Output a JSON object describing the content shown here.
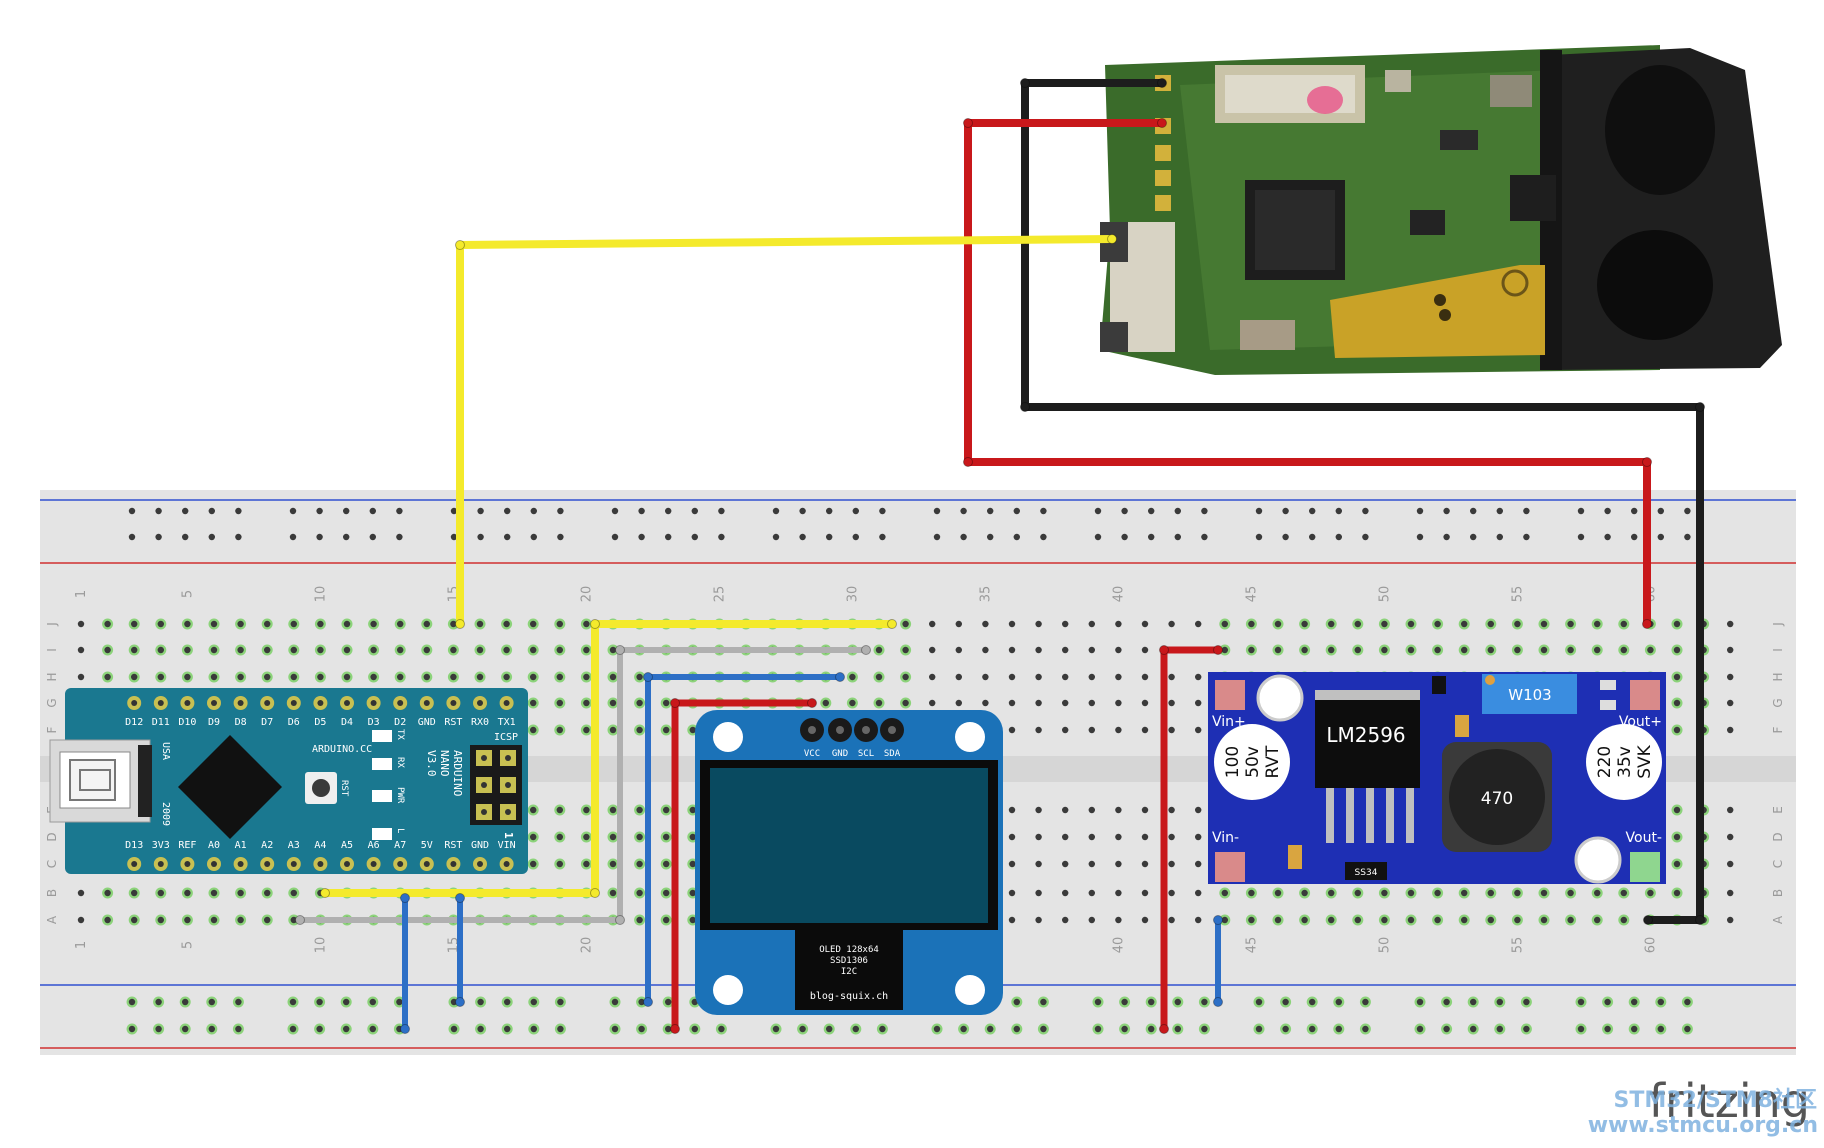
{
  "breadboard": {
    "col_numbers": [
      "1",
      "5",
      "10",
      "15",
      "20",
      "25",
      "30",
      "35",
      "40",
      "45",
      "50",
      "55",
      "60"
    ],
    "row_letters_top": [
      "J",
      "I",
      "H",
      "G",
      "F"
    ],
    "row_letters_bottom": [
      "E",
      "D",
      "C",
      "B",
      "A"
    ]
  },
  "arduino": {
    "top_pins": [
      "D12",
      "D11",
      "D10",
      "D9",
      "D8",
      "D7",
      "D6",
      "D5",
      "D4",
      "D3",
      "D2",
      "GND",
      "RST",
      "RX0",
      "TX1"
    ],
    "bottom_pins": [
      "D13",
      "3V3",
      "REF",
      "A0",
      "A1",
      "A2",
      "A3",
      "A4",
      "A5",
      "A6",
      "A7",
      "5V",
      "RST",
      "GND",
      "VIN"
    ],
    "brand": "ARDUINO.CC",
    "name_lines": [
      "ARDUINO",
      "NANO",
      "V3.0"
    ],
    "usa": "USA",
    "year": "2009",
    "icsp": "ICSP",
    "rst": "RST",
    "led_labels": [
      "TX",
      "RX",
      "PWR",
      "L"
    ],
    "pin1": "1"
  },
  "oled": {
    "pins": [
      "VCC",
      "GND",
      "SCL",
      "SDA"
    ],
    "text_lines": [
      "OLED 128x64",
      "SSD1306",
      "I2C"
    ],
    "site": "blog-squix.ch"
  },
  "buck": {
    "chip": "LM2596",
    "pot": "W103",
    "cap_left": [
      "100",
      "50v",
      "RVT"
    ],
    "cap_right": [
      "220",
      "35v",
      "SVK"
    ],
    "inductor": "470",
    "diode": "SS34",
    "vin_plus": "Vin+",
    "vin_minus": "Vin-",
    "vout_plus": "Vout+",
    "vout_minus": "Vout-"
  },
  "branding": {
    "fritzing": "fritzing",
    "watermark_top": "STM32/STM8社区",
    "watermark_url": "www.stmcu.org.cn"
  },
  "colors": {
    "wire_yellow": "#f4ea2c",
    "wire_red": "#c8181b",
    "wire_black": "#1d1d1d",
    "wire_blue": "#2d6fc6",
    "wire_grey": "#b0b0b0",
    "buck_board": "#1e2fb4",
    "oled_board": "#1b72b8",
    "arduino_board": "#1a7890",
    "sensor_pcb": "#3a6b2a"
  }
}
